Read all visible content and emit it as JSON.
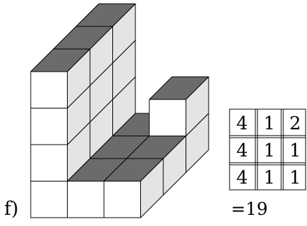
{
  "figure_label": "f)",
  "colors": {
    "top_face": "#6b6b6b",
    "side_face": "#e4e4e4",
    "front_face": "#ffffff",
    "stroke": "#000000"
  },
  "count_table": {
    "rows": [
      [
        "4",
        "1",
        "2"
      ],
      [
        "4",
        "1",
        "1"
      ],
      [
        "4",
        "1",
        "1"
      ]
    ]
  },
  "total_text": "=19"
}
